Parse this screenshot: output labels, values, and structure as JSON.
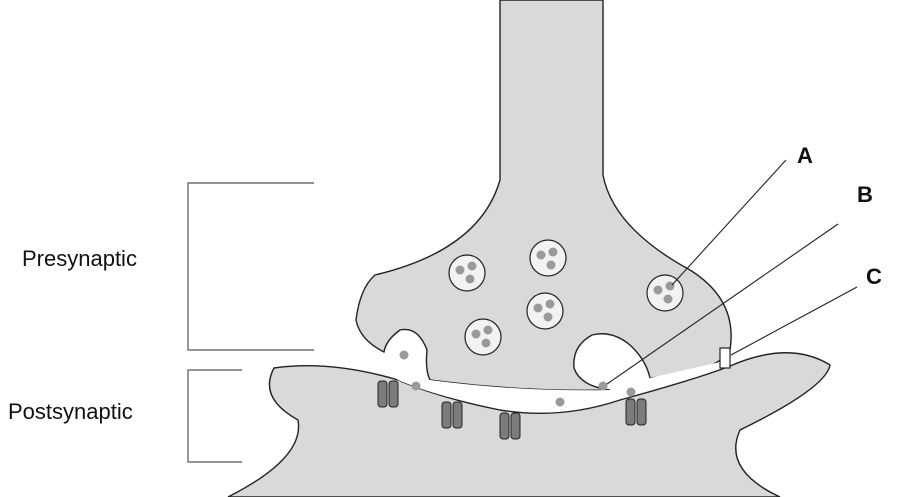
{
  "labels": {
    "presynaptic": "Presynaptic",
    "postsynaptic": "Postsynaptic",
    "a": "A",
    "b": "B",
    "c": "C"
  },
  "colors": {
    "cell_fill": "#d9d9d9",
    "outline": "#222222",
    "vesicle_fill": "#f2f2f2",
    "neurotransmitter": "#9a9a9a",
    "receptor": "#7b7b7b",
    "bracket": "#555555"
  }
}
